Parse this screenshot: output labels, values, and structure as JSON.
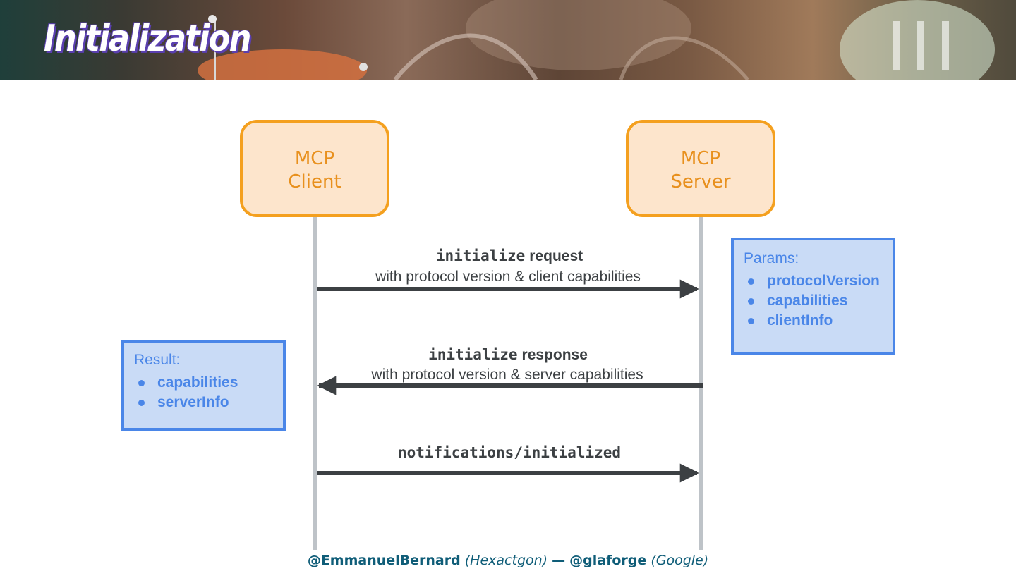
{
  "slide": {
    "title": "Initialization"
  },
  "participants": [
    {
      "line1": "MCP",
      "line2": "Client"
    },
    {
      "line1": "MCP",
      "line2": "Server"
    }
  ],
  "messages": [
    {
      "code": "initialize",
      "label": "request",
      "subtitle": "with protocol version & client capabilities",
      "direction": "client-to-server"
    },
    {
      "code": "initialize",
      "label": "response",
      "subtitle": "with protocol version & server capabilities",
      "direction": "server-to-client"
    },
    {
      "code": "notifications/initialized",
      "label": "",
      "subtitle": "",
      "direction": "client-to-server"
    }
  ],
  "notes": {
    "params": {
      "title": "Params:",
      "items": [
        "protocolVersion",
        "capabilities",
        "clientInfo"
      ]
    },
    "result": {
      "title": "Result:",
      "items": [
        "capabilities",
        "serverInfo"
      ]
    }
  },
  "footer": {
    "handle1": "@EmmanuelBernard",
    "org1": "(Hexactgon)",
    "separator": "—",
    "handle2": "@glaforge",
    "org2": "(Google)"
  },
  "colors": {
    "participant_fill": "#fde5cc",
    "participant_border": "#f4a01f",
    "participant_text": "#e8901d",
    "lifeline": "#bec3c8",
    "arrow": "#3c4043",
    "note_fill": "#c9dbf6",
    "note_border": "#4a86e8",
    "footer_text": "#0f5d78"
  }
}
